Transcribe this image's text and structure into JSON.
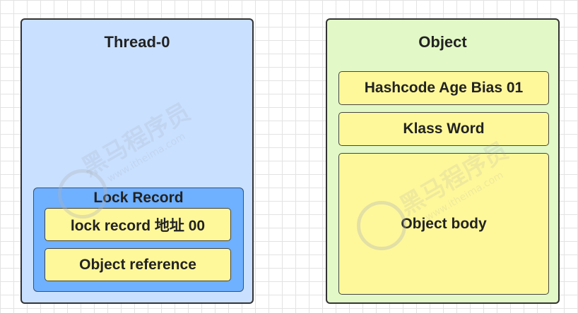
{
  "thread": {
    "title": "Thread-0",
    "lock_record": {
      "title": "Lock Record",
      "fields": [
        "lock  record 地址 00",
        "Object reference"
      ]
    }
  },
  "object": {
    "title": "Object",
    "fields": [
      "Hashcode Age Bias 01",
      "Klass Word",
      "Object body"
    ]
  },
  "watermark": {
    "main": "黑马程序员",
    "sub": "www.itheima.com"
  },
  "colors": {
    "thread_bg": "#c9e0ff",
    "lock_record_bg": "#6fb0ff",
    "object_bg": "#e2f8c6",
    "field_bg": "#fff89a",
    "border": "#333333"
  }
}
